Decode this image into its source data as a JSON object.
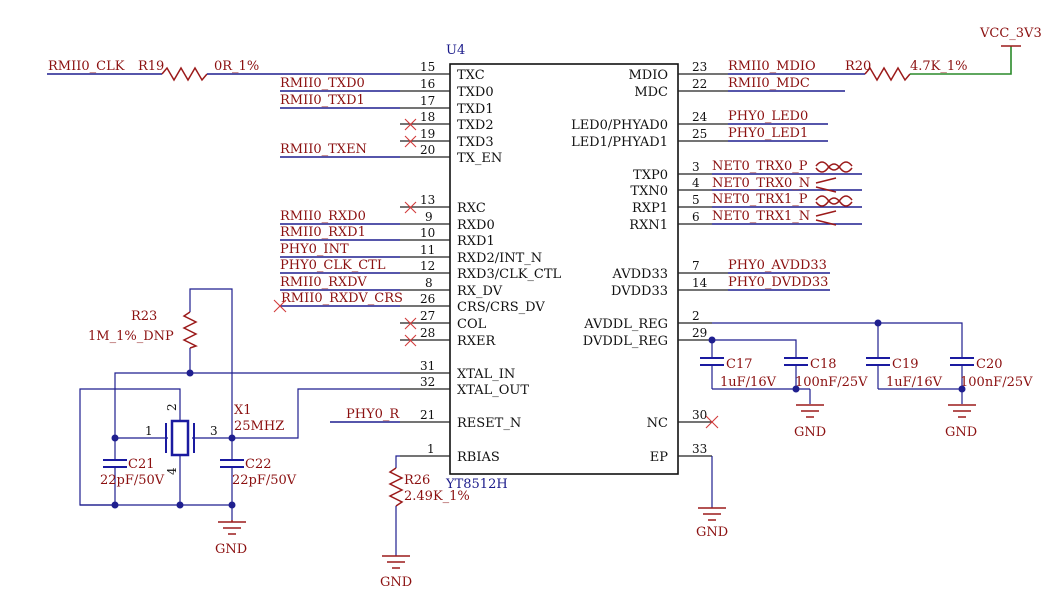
{
  "chip": {
    "ref": "U4",
    "part": "YT8512H",
    "left_pins": [
      {
        "num": "15",
        "name": "TXC",
        "net": "RMII0_CLK"
      },
      {
        "num": "16",
        "name": "TXD0",
        "net": "RMII0_TXD0"
      },
      {
        "num": "17",
        "name": "TXD1",
        "net": "RMII0_TXD1"
      },
      {
        "num": "18",
        "name": "TXD2",
        "net": ""
      },
      {
        "num": "19",
        "name": "TXD3",
        "net": ""
      },
      {
        "num": "20",
        "name": "TX_EN",
        "net": "RMII0_TXEN"
      },
      {
        "num": "13",
        "name": "RXC",
        "net": ""
      },
      {
        "num": "9",
        "name": "RXD0",
        "net": "RMII0_RXD0"
      },
      {
        "num": "10",
        "name": "RXD1",
        "net": "RMII0_RXD1"
      },
      {
        "num": "11",
        "name": "RXD2/INT_N",
        "net": "PHY0_INT"
      },
      {
        "num": "12",
        "name": "RXD3/CLK_CTL",
        "net": "PHY0_CLK_CTL"
      },
      {
        "num": "8",
        "name": "RX_DV",
        "net": "RMII0_RXDV"
      },
      {
        "num": "26",
        "name": "CRS/CRS_DV",
        "net": "RMII0_RXDV_CRS"
      },
      {
        "num": "27",
        "name": "COL",
        "net": ""
      },
      {
        "num": "28",
        "name": "RXER",
        "net": ""
      },
      {
        "num": "31",
        "name": "XTAL_IN",
        "net": ""
      },
      {
        "num": "32",
        "name": "XTAL_OUT",
        "net": ""
      },
      {
        "num": "21",
        "name": "RESET_N",
        "net": "PHY0_R"
      },
      {
        "num": "1",
        "name": "RBIAS",
        "net": ""
      }
    ],
    "right_pins": [
      {
        "num": "23",
        "name": "MDIO",
        "net": "RMII0_MDIO"
      },
      {
        "num": "22",
        "name": "MDC",
        "net": "RMII0_MDC"
      },
      {
        "num": "24",
        "name": "LED0/PHYAD0",
        "net": "PHY0_LED0"
      },
      {
        "num": "25",
        "name": "LED1/PHYAD1",
        "net": "PHY0_LED1"
      },
      {
        "num": "3",
        "name": "TXP0",
        "net": "NET0_TRX0_P"
      },
      {
        "num": "4",
        "name": "TXN0",
        "net": "NET0_TRX0_N"
      },
      {
        "num": "5",
        "name": "RXP1",
        "net": "NET0_TRX1_P"
      },
      {
        "num": "6",
        "name": "RXN1",
        "net": "NET0_TRX1_N"
      },
      {
        "num": "7",
        "name": "AVDD33",
        "net": "PHY0_AVDD33"
      },
      {
        "num": "14",
        "name": "DVDD33",
        "net": "PHY0_DVDD33"
      },
      {
        "num": "2",
        "name": "AVDDL_REG",
        "net": ""
      },
      {
        "num": "29",
        "name": "DVDDL_REG",
        "net": ""
      },
      {
        "num": "30",
        "name": "NC",
        "net": ""
      },
      {
        "num": "33",
        "name": "EP",
        "net": ""
      }
    ]
  },
  "components": {
    "r19": {
      "ref": "R19",
      "value": "0R_1%"
    },
    "r20": {
      "ref": "R20",
      "value": "4.7K_1%"
    },
    "r23": {
      "ref": "R23",
      "value": "1M_1%_DNP"
    },
    "r26": {
      "ref": "R26",
      "value": "2.49K_1%"
    },
    "x1": {
      "ref": "X1",
      "value": "25MHZ",
      "pins": [
        "1",
        "2",
        "3",
        "4"
      ]
    },
    "c21": {
      "ref": "C21",
      "value": "22pF/50V"
    },
    "c22": {
      "ref": "C22",
      "value": "22pF/50V"
    },
    "c17": {
      "ref": "C17",
      "value": "1uF/16V"
    },
    "c18": {
      "ref": "C18",
      "value": "100nF/25V"
    },
    "c19": {
      "ref": "C19",
      "value": "1uF/16V"
    },
    "c20": {
      "ref": "C20",
      "value": "100nF/25V"
    }
  },
  "power": {
    "vcc": "VCC_3V3",
    "gnd": "GND"
  },
  "colors": {
    "wire": "#1f1f8f",
    "label": "#8b1010",
    "power_wire": "#2a8a2a",
    "noconnect": "#d23a3a"
  }
}
